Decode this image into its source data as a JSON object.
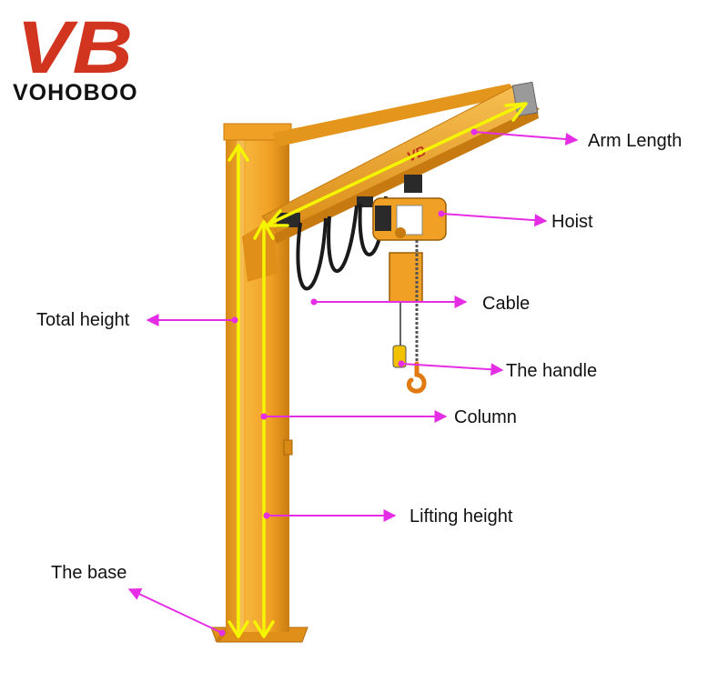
{
  "brand": {
    "logo_mark": "VB",
    "name": "VOHOBOO",
    "logo_color": "#d2351f"
  },
  "arm_logo_mark": "VB",
  "annotations": {
    "arm_length": "Arm Length",
    "hoist": "Hoist",
    "cable": "Cable",
    "total_height": "Total height",
    "the_handle": "The handle",
    "column": "Column",
    "lifting_height": "Lifting height",
    "the_base": "The base"
  },
  "colors": {
    "crane": "#f0a024",
    "crane_dark": "#c77a10",
    "crane_light": "#f7bf52",
    "marker": "#f5f500",
    "pointer": "#e52de5",
    "label": "#111111"
  }
}
